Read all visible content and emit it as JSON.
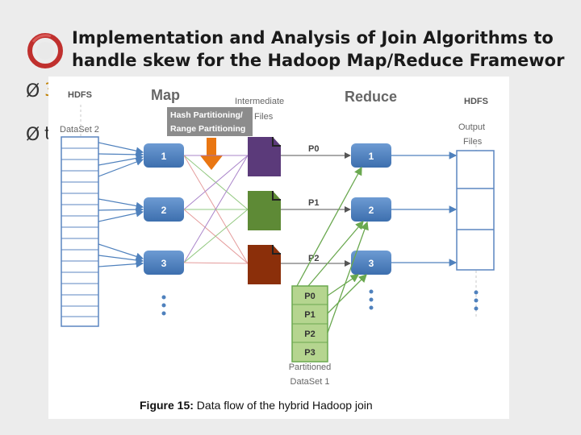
{
  "slide": {
    "title_line1": "Implementation and Analysis of Join Algorithms to",
    "title_line2": "handle skew for the Hadoop Map/Reduce Framewor",
    "bullets": [
      {
        "marker": "Ø",
        "text": "3"
      },
      {
        "marker": "Ø",
        "text": "t"
      }
    ]
  },
  "diagram": {
    "hdfs_left": "HDFS",
    "dataset2": "DataSet 2",
    "map_header": "Map",
    "intermediate_line1": "Intermediate",
    "intermediate_line2": "Files",
    "partition_line1": "Hash Partitioning/",
    "partition_line2": "Range Partitioning",
    "reduce_header": "Reduce",
    "hdfs_right": "HDFS",
    "output_line1": "Output",
    "output_line2": "Files",
    "map_nodes": [
      "1",
      "2",
      "3"
    ],
    "partitions": [
      "P0",
      "P1",
      "P2"
    ],
    "reduce_nodes": [
      "1",
      "2",
      "3"
    ],
    "dataset1_partitions": [
      "P0",
      "P1",
      "P2",
      "P3"
    ],
    "partitioned_line1": "Partitioned",
    "partitioned_line2": "DataSet 1",
    "caption_bold": "Figure 15:",
    "caption_text": " Data flow of the hybrid Hadoop join"
  },
  "colors": {
    "node_blue": "#4f81bd",
    "file_purple": "#5b3a7a",
    "file_green": "#5e8a36",
    "file_red": "#8b2f0a",
    "arrow_orange": "#e97612",
    "partition_green": "#b5d58f"
  }
}
